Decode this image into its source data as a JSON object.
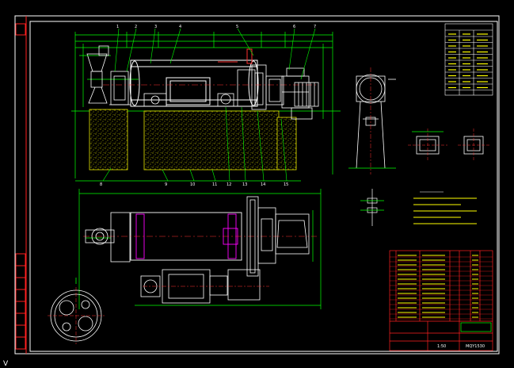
{
  "colors": {
    "background": "#000000",
    "frame": "#ffffff",
    "title_red": "#ff2020",
    "dimension_green": "#00ff00",
    "outline_white": "#ffffff",
    "foundation_yellow": "#e8e800",
    "shaft_magenta": "#ff00ff",
    "centerline_red": "#ff3030",
    "motor_cyan": "#00e0e0",
    "table_text_yellow": "#ffff00"
  },
  "balloons": [
    "1",
    "2",
    "3",
    "4",
    "5",
    "6",
    "7",
    "8",
    "9",
    "10",
    "11",
    "12",
    "13",
    "14",
    "15"
  ],
  "tech_note_rows": 5,
  "parts_rows": 14,
  "spec_rows": 10,
  "title_block": {
    "drawing_no": "MQY1530",
    "sheet_label": "1:50"
  },
  "corner_mark": "V"
}
